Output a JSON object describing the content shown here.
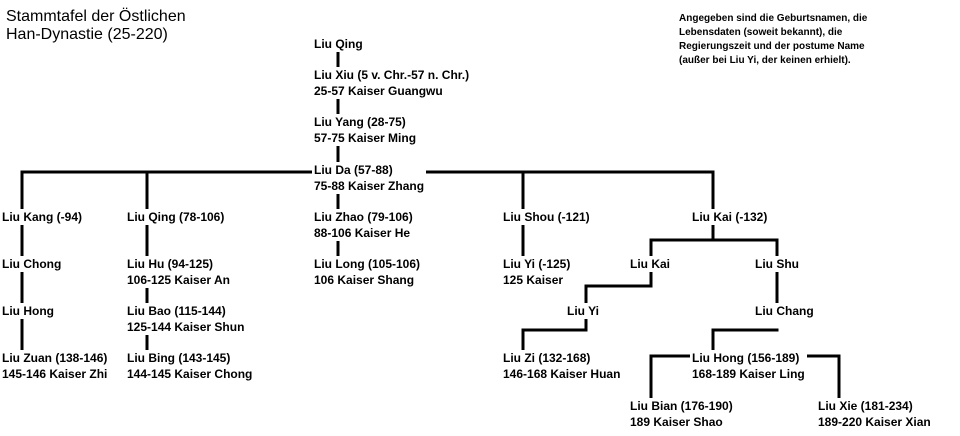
{
  "title": "Stammtafel der Östlichen\nHan-Dynastie (25-220)",
  "note": "Angegeben sind die Geburtsnamen, die\nLebensdaten (soweit bekannt), die\nRegierungszeit und der postume Name\n(außer bei Liu Yi, der keinen erhielt).",
  "colors": {
    "line": "#000000",
    "background": "#ffffff",
    "text": "#000000"
  },
  "nodes": {
    "liu_qing_root": {
      "name": "Liu Qing",
      "reign": ""
    },
    "liu_xiu": {
      "name": "Liu Xiu (5 v. Chr.-57 n. Chr.)",
      "reign": "25-57 Kaiser Guangwu"
    },
    "liu_yang": {
      "name": "Liu Yang (28-75)",
      "reign": "57-75 Kaiser Ming"
    },
    "liu_da": {
      "name": "Liu Da (57-88)",
      "reign": "75-88 Kaiser Zhang"
    },
    "liu_kang": {
      "name": "Liu Kang (-94)",
      "reign": ""
    },
    "liu_chong": {
      "name": "Liu Chong",
      "reign": ""
    },
    "liu_hong_a": {
      "name": "Liu Hong",
      "reign": ""
    },
    "liu_zuan": {
      "name": "Liu Zuan (138-146)",
      "reign": "145-146 Kaiser Zhi"
    },
    "liu_qing_b": {
      "name": "Liu Qing (78-106)",
      "reign": ""
    },
    "liu_hu": {
      "name": "Liu Hu (94-125)",
      "reign": "106-125 Kaiser An"
    },
    "liu_bao": {
      "name": "Liu Bao (115-144)",
      "reign": "125-144 Kaiser Shun"
    },
    "liu_bing": {
      "name": "Liu Bing (143-145)",
      "reign": "144-145 Kaiser Chong"
    },
    "liu_zhao": {
      "name": "Liu Zhao (79-106)",
      "reign": "88-106 Kaiser He"
    },
    "liu_long": {
      "name": "Liu Long (105-106)",
      "reign": "106 Kaiser Shang"
    },
    "liu_shou": {
      "name": "Liu Shou (-121)",
      "reign": ""
    },
    "liu_yi_a": {
      "name": "Liu Yi (-125)",
      "reign": "125 Kaiser"
    },
    "liu_kai_a": {
      "name": "Liu Kai (-132)",
      "reign": ""
    },
    "liu_kai_b": {
      "name": "Liu Kai",
      "reign": ""
    },
    "liu_shu": {
      "name": "Liu Shu",
      "reign": ""
    },
    "liu_yi_b": {
      "name": "Liu Yi",
      "reign": ""
    },
    "liu_chang": {
      "name": "Liu Chang",
      "reign": ""
    },
    "liu_zi": {
      "name": "Liu Zi (132-168)",
      "reign": "146-168 Kaiser Huan"
    },
    "liu_hong_b": {
      "name": "Liu Hong (156-189)",
      "reign": "168-189 Kaiser Ling"
    },
    "liu_bian": {
      "name": "Liu Bian (176-190)",
      "reign": "189 Kaiser Shao"
    },
    "liu_xie": {
      "name": "Liu Xie (181-234)",
      "reign": "189-220 Kaiser Xian"
    }
  }
}
